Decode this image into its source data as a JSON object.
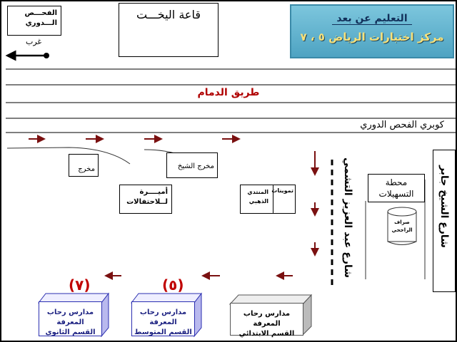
{
  "banner": {
    "title": "التعليم عن بعد",
    "subtitle": "مركز اختبارات الرياض ٥ ، ٧",
    "bg_color": "#5fb3cf",
    "subtitle_color": "#f7e17a"
  },
  "landmarks": {
    "fahs_line1": "الفحـــص",
    "fahs_line2": "الـــدوري",
    "west": "غرب",
    "yacht_hall": "قاعة اليخـــت",
    "dammam_road": "طريق الدمام",
    "bridge": "كوبري الفحص الدوري",
    "exit": "مخرج",
    "sheikh_exit": "مخرج الشيخ",
    "amira_line1": "أميــــرة",
    "amira_line2": "لــلاحتفالات",
    "golden_club_line1": "المنتدي",
    "golden_club_line2": "الذهبي",
    "supplies": "تموينات",
    "street_abdulaziz": "شارع عبد العزيز التشمي",
    "station_line1": "محطة",
    "station_line2": "التسهيلات",
    "bank_line1": "صراف",
    "bank_line2": "الراجحي",
    "street_jaber": "شارع الشيخ جابر"
  },
  "schools": [
    {
      "line1": "مدارس رحاب المعرفة",
      "line2": "القسم الثانوي",
      "number": "(٧)"
    },
    {
      "line1": "مدارس رحاب المعرفة",
      "line2": "القسم المتوسط",
      "number": "(٥)"
    },
    {
      "line1": "مدارس رحاب المعرفة",
      "line2": "القسم الابتدائي"
    }
  ],
  "colors": {
    "arrow": "#7a1010",
    "road_label": "#b00000",
    "school_border": "#2b2fb0"
  }
}
